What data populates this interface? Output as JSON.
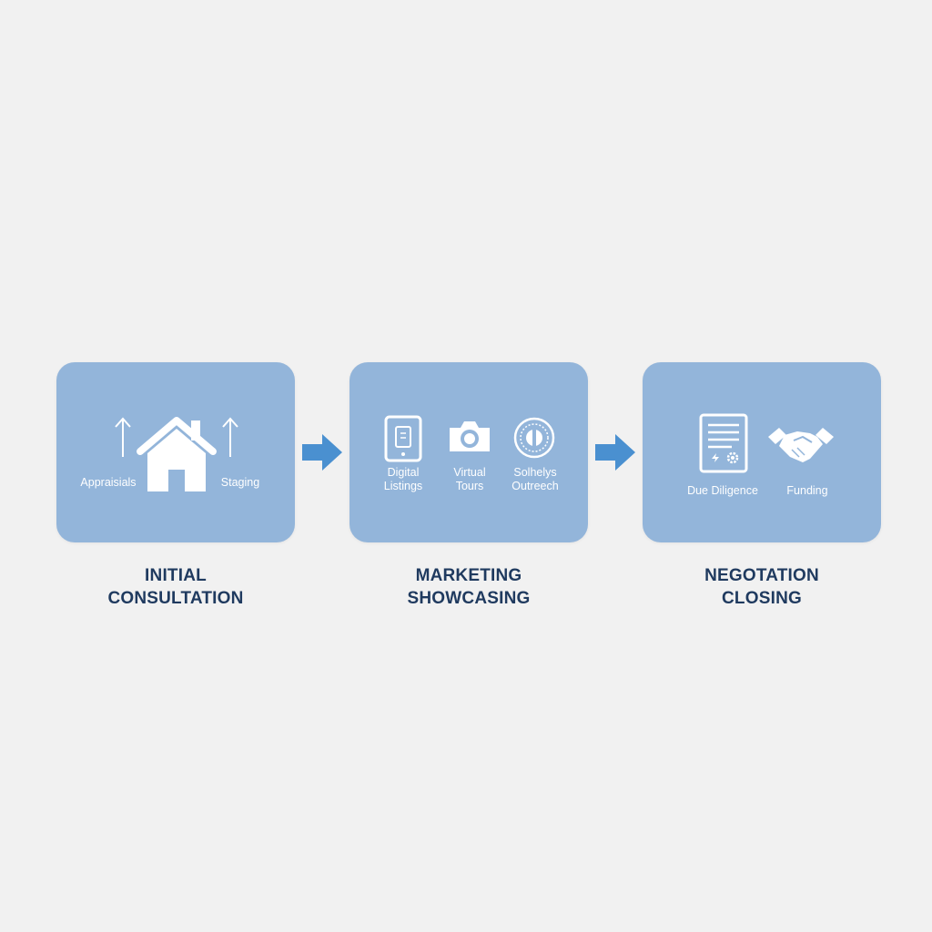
{
  "stages": [
    {
      "title_line1": "INITIAL",
      "title_line2": "CONSULTATION",
      "items": [
        {
          "label": "Appraisials",
          "icon": "up-arrow-icon"
        },
        {
          "label": "",
          "icon": "house-icon"
        },
        {
          "label": "Staging",
          "icon": "up-arrow-icon"
        }
      ]
    },
    {
      "title_line1": "MARKETING",
      "title_line2": "SHOWCASING",
      "items": [
        {
          "label_line1": "Digital",
          "label_line2": "Listings",
          "icon": "tablet-icon"
        },
        {
          "label_line1": "Virtual",
          "label_line2": "Tours",
          "icon": "camera-icon"
        },
        {
          "label_line1": "Solhelys",
          "label_line2": "Outreech",
          "icon": "seal-badge-icon"
        }
      ]
    },
    {
      "title_line1": "NEGOTATION",
      "title_line2": "CLOSING",
      "items": [
        {
          "label": "Due Diligence",
          "icon": "document-icon"
        },
        {
          "label": "Funding",
          "icon": "handshake-icon"
        }
      ]
    }
  ],
  "colors": {
    "background": "#f1f1f1",
    "card": "#93b5da",
    "arrow": "#4a90d0",
    "title": "#1f3a5f",
    "icon": "#ffffff"
  }
}
